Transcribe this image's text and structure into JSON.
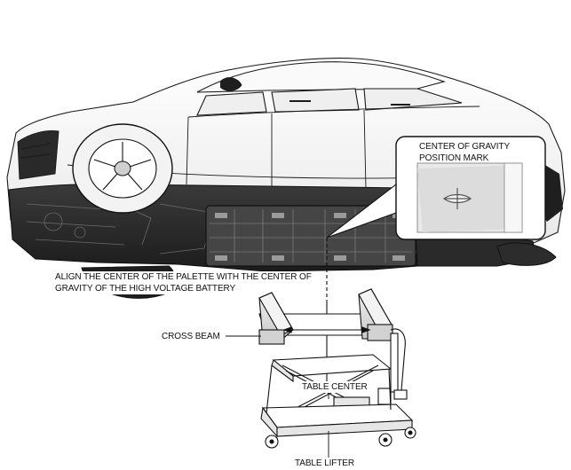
{
  "labels": {
    "align_line1": "ALIGN THE CENTER OF THE PALETTE WITH THE CENTER OF",
    "align_line2": "GRAVITY OF THE HIGH VOLTAGE BATTERY",
    "cog_line1": "CENTER OF GRAVITY",
    "cog_line2": "POSITION MARK",
    "cross_beam": "CROSS BEAM",
    "table_center": "TABLE CENTER",
    "table_lifter": "TABLE LIFTER"
  },
  "colors": {
    "line": "#1a1a1a",
    "body_fill": "#f4f4f4",
    "under_dark": "#2e2e2e",
    "battery": "#4a4a4a",
    "beam_fill": "#e2e2e2"
  }
}
